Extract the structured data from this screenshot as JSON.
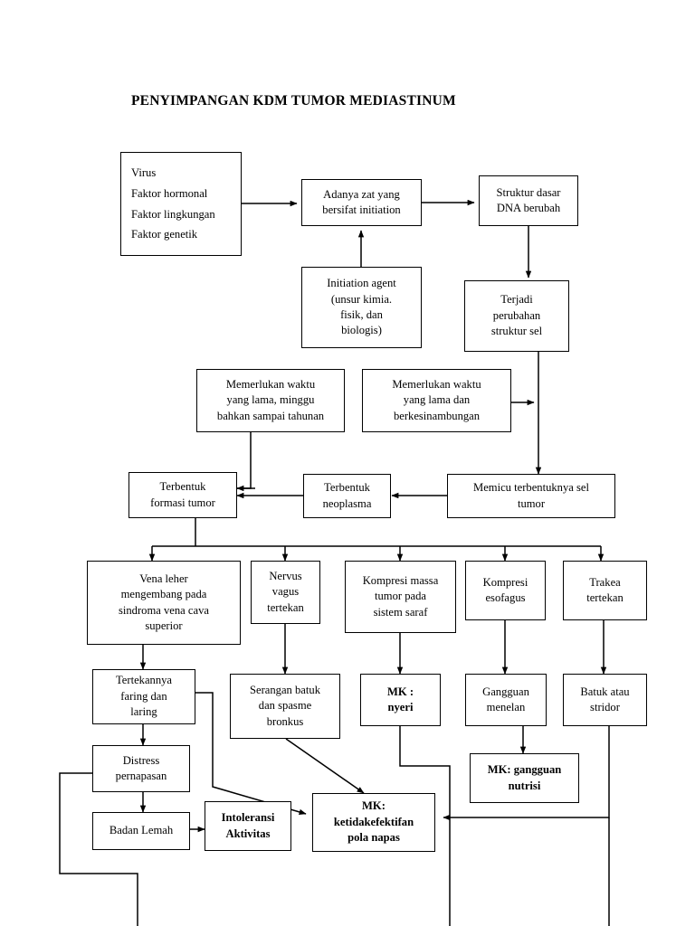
{
  "title": "PENYIMPANGAN KDM TUMOR MEDIASTINUM",
  "diagram": {
    "type": "flowchart",
    "nodes": [
      {
        "id": "causes",
        "label": "Virus\nFaktor hormonal\nFaktor lingkungan\nFaktor genetik",
        "bold": false
      },
      {
        "id": "initiation",
        "label": "Adanya zat yang\nbersifat initiation",
        "bold": false
      },
      {
        "id": "dna",
        "label": "Struktur dasar\nDNA berubah",
        "bold": false
      },
      {
        "id": "agent",
        "label": "Initiation agent\n(unsur kimia.\nfisik, dan\nbiologis)",
        "bold": false
      },
      {
        "id": "perubahansel",
        "label": "Terjadi\nperubahan\nstruktur sel",
        "bold": false
      },
      {
        "id": "waktu1",
        "label": "Memerlukan waktu\nyang lama, minggu\nbahkan sampai tahunan",
        "bold": false
      },
      {
        "id": "waktu2",
        "label": "Memerlukan waktu\nyang lama dan\nberkesinambungan",
        "bold": false
      },
      {
        "id": "formasi",
        "label": "Terbentuk\nformasi tumor",
        "bold": false
      },
      {
        "id": "neoplasma",
        "label": "Terbentuk\nneoplasma",
        "bold": false
      },
      {
        "id": "memicu",
        "label": "Memicu terbentuknya sel\ntumor",
        "bold": false
      },
      {
        "id": "venaleher",
        "label": "Vena leher\nmengembang pada\nsindroma vena cava\nsuperior",
        "bold": false
      },
      {
        "id": "nervus",
        "label": "Nervus\nvagus\ntertekan",
        "bold": false
      },
      {
        "id": "kompresimassa",
        "label": "Kompresi massa\ntumor pada\nsistem saraf",
        "bold": false
      },
      {
        "id": "kompresieso",
        "label": "Kompresi\nesofagus",
        "bold": false
      },
      {
        "id": "trakea",
        "label": "Trakea\ntertekan",
        "bold": false
      },
      {
        "id": "faring",
        "label": "Tertekannya\nfaring dan\nlaring",
        "bold": false
      },
      {
        "id": "serangan",
        "label": "Serangan batuk\ndan spasme\nbronkus",
        "bold": false
      },
      {
        "id": "mknyeri",
        "label": "MK :\nnyeri",
        "bold": true
      },
      {
        "id": "gangguanmenelan",
        "label": "Gangguan\nmenelan",
        "bold": false
      },
      {
        "id": "batuk",
        "label": "Batuk atau\nstridor",
        "bold": false
      },
      {
        "id": "distress",
        "label": "Distress\npernapasan",
        "bold": false
      },
      {
        "id": "mknutrisi",
        "label": "MK: gangguan\nnutrisi",
        "bold": true
      },
      {
        "id": "badanlemah",
        "label": "Badan Lemah",
        "bold": false
      },
      {
        "id": "intoleransi",
        "label": "Intoleransi\nAktivitas",
        "bold": true
      },
      {
        "id": "mkpolanapas",
        "label": "MK:\nketidakefektifan\npola napas",
        "bold": true
      }
    ],
    "edges": [
      {
        "from": "causes",
        "to": "initiation"
      },
      {
        "from": "agent",
        "to": "initiation"
      },
      {
        "from": "initiation",
        "to": "dna"
      },
      {
        "from": "dna",
        "to": "perubahansel"
      },
      {
        "from": "perubahansel",
        "to": "memicu"
      },
      {
        "from": "waktu2",
        "to": "memicu"
      },
      {
        "from": "memicu",
        "to": "neoplasma"
      },
      {
        "from": "neoplasma",
        "to": "formasi"
      },
      {
        "from": "waktu1",
        "to": "formasi"
      },
      {
        "from": "formasi",
        "to": "venaleher"
      },
      {
        "from": "formasi",
        "to": "nervus"
      },
      {
        "from": "formasi",
        "to": "kompresimassa"
      },
      {
        "from": "formasi",
        "to": "kompresieso"
      },
      {
        "from": "formasi",
        "to": "trakea"
      },
      {
        "from": "venaleher",
        "to": "faring"
      },
      {
        "from": "nervus",
        "to": "serangan"
      },
      {
        "from": "kompresimassa",
        "to": "mknyeri"
      },
      {
        "from": "kompresieso",
        "to": "gangguanmenelan"
      },
      {
        "from": "trakea",
        "to": "batuk"
      },
      {
        "from": "faring",
        "to": "distress"
      },
      {
        "from": "faring",
        "to": "mkpolanapas"
      },
      {
        "from": "serangan",
        "to": "mkpolanapas"
      },
      {
        "from": "gangguanmenelan",
        "to": "mknutrisi"
      },
      {
        "from": "batuk",
        "to": "mkpolanapas"
      },
      {
        "from": "distress",
        "to": "badanlemah"
      },
      {
        "from": "badanlemah",
        "to": "intoleransi"
      },
      {
        "from": "mknyeri",
        "to": "mkpolanapas"
      }
    ]
  },
  "colors": {
    "line": "#000000",
    "box_border": "#000000",
    "background": "#ffffff"
  }
}
